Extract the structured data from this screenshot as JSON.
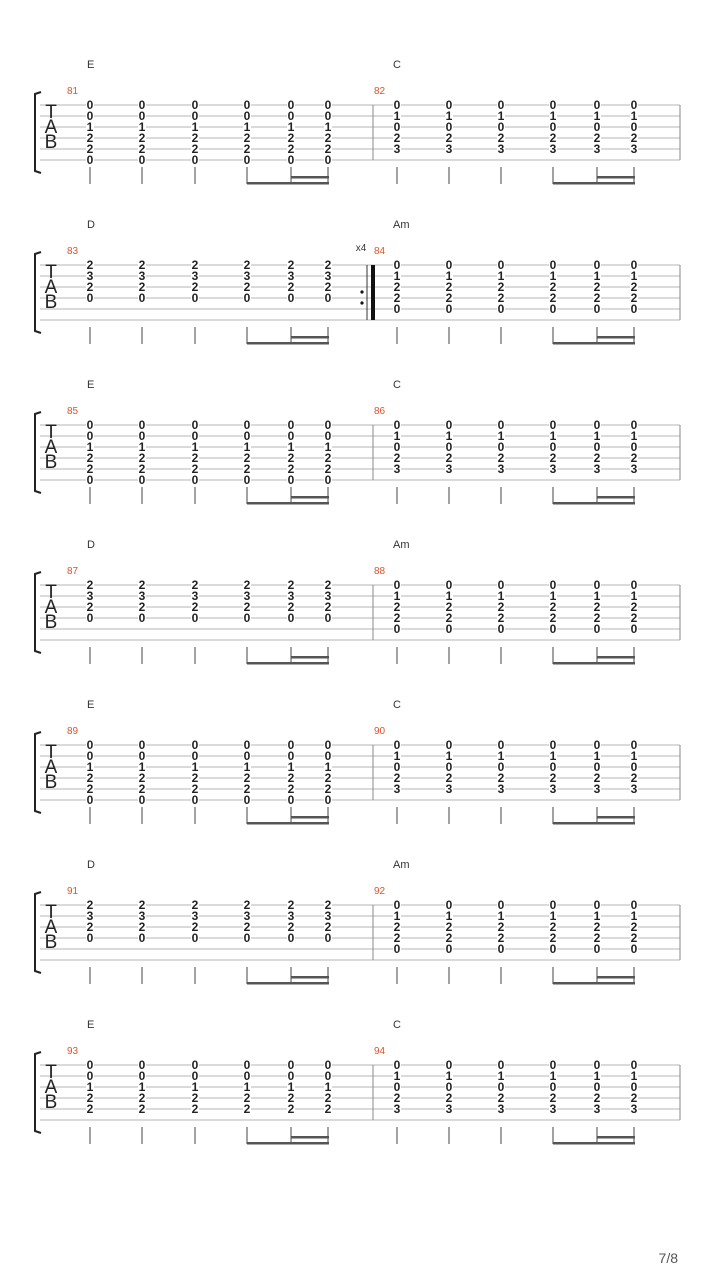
{
  "page": {
    "number": "7/8"
  },
  "clef_label": "TAB",
  "rows": [
    {
      "left": {
        "num": "81",
        "chord": "E",
        "notes": [
          [
            "0",
            "0",
            "1",
            "2",
            "2",
            "0"
          ],
          [
            "0",
            "0",
            "1",
            "2",
            "2",
            "0"
          ],
          [
            "0",
            "0",
            "1",
            "2",
            "2",
            "0"
          ],
          [
            "0",
            "0",
            "1",
            "2",
            "2",
            "0"
          ],
          [
            "0",
            "0",
            "1",
            "2",
            "2",
            "0"
          ],
          [
            "0",
            "0",
            "1",
            "2",
            "2",
            "0"
          ]
        ]
      },
      "right": {
        "num": "82",
        "chord": "C",
        "notes": [
          [
            "0",
            "1",
            "0",
            "2",
            "3",
            ""
          ],
          [
            "0",
            "1",
            "0",
            "2",
            "3",
            ""
          ],
          [
            "0",
            "1",
            "0",
            "2",
            "3",
            ""
          ],
          [
            "0",
            "1",
            "0",
            "2",
            "3",
            ""
          ],
          [
            "0",
            "1",
            "0",
            "2",
            "3",
            ""
          ],
          [
            "0",
            "1",
            "0",
            "2",
            "3",
            ""
          ]
        ]
      }
    },
    {
      "left": {
        "num": "83",
        "chord": "D",
        "notes": [
          [
            "2",
            "3",
            "2",
            "0",
            "",
            ""
          ],
          [
            "2",
            "3",
            "2",
            "0",
            "",
            ""
          ],
          [
            "2",
            "3",
            "2",
            "0",
            "",
            ""
          ],
          [
            "2",
            "3",
            "2",
            "0",
            "",
            ""
          ],
          [
            "2",
            "3",
            "2",
            "0",
            "",
            ""
          ],
          [
            "2",
            "3",
            "2",
            "0",
            "",
            ""
          ]
        ]
      },
      "right": {
        "num": "84",
        "chord": "Am",
        "notes": [
          [
            "0",
            "1",
            "2",
            "2",
            "0",
            ""
          ],
          [
            "0",
            "1",
            "2",
            "2",
            "0",
            ""
          ],
          [
            "0",
            "1",
            "2",
            "2",
            "0",
            ""
          ],
          [
            "0",
            "1",
            "2",
            "2",
            "0",
            ""
          ],
          [
            "0",
            "1",
            "2",
            "2",
            "0",
            ""
          ],
          [
            "0",
            "1",
            "2",
            "2",
            "0",
            ""
          ]
        ]
      },
      "repeat": "x4"
    },
    {
      "left": {
        "num": "85",
        "chord": "E",
        "notes": [
          [
            "0",
            "0",
            "1",
            "2",
            "2",
            "0"
          ],
          [
            "0",
            "0",
            "1",
            "2",
            "2",
            "0"
          ],
          [
            "0",
            "0",
            "1",
            "2",
            "2",
            "0"
          ],
          [
            "0",
            "0",
            "1",
            "2",
            "2",
            "0"
          ],
          [
            "0",
            "0",
            "1",
            "2",
            "2",
            "0"
          ],
          [
            "0",
            "0",
            "1",
            "2",
            "2",
            "0"
          ]
        ]
      },
      "right": {
        "num": "86",
        "chord": "C",
        "notes": [
          [
            "0",
            "1",
            "0",
            "2",
            "3",
            ""
          ],
          [
            "0",
            "1",
            "0",
            "2",
            "3",
            ""
          ],
          [
            "0",
            "1",
            "0",
            "2",
            "3",
            ""
          ],
          [
            "0",
            "1",
            "0",
            "2",
            "3",
            ""
          ],
          [
            "0",
            "1",
            "0",
            "2",
            "3",
            ""
          ],
          [
            "0",
            "1",
            "0",
            "2",
            "3",
            ""
          ]
        ]
      }
    },
    {
      "left": {
        "num": "87",
        "chord": "D",
        "notes": [
          [
            "2",
            "3",
            "2",
            "0",
            "",
            ""
          ],
          [
            "2",
            "3",
            "2",
            "0",
            "",
            ""
          ],
          [
            "2",
            "3",
            "2",
            "0",
            "",
            ""
          ],
          [
            "2",
            "3",
            "2",
            "0",
            "",
            ""
          ],
          [
            "2",
            "3",
            "2",
            "0",
            "",
            ""
          ],
          [
            "2",
            "3",
            "2",
            "0",
            "",
            ""
          ]
        ]
      },
      "right": {
        "num": "88",
        "chord": "Am",
        "notes": [
          [
            "0",
            "1",
            "2",
            "2",
            "0",
            ""
          ],
          [
            "0",
            "1",
            "2",
            "2",
            "0",
            ""
          ],
          [
            "0",
            "1",
            "2",
            "2",
            "0",
            ""
          ],
          [
            "0",
            "1",
            "2",
            "2",
            "0",
            ""
          ],
          [
            "0",
            "1",
            "2",
            "2",
            "0",
            ""
          ],
          [
            "0",
            "1",
            "2",
            "2",
            "0",
            ""
          ]
        ]
      }
    },
    {
      "left": {
        "num": "89",
        "chord": "E",
        "notes": [
          [
            "0",
            "0",
            "1",
            "2",
            "2",
            "0"
          ],
          [
            "0",
            "0",
            "1",
            "2",
            "2",
            "0"
          ],
          [
            "0",
            "0",
            "1",
            "2",
            "2",
            "0"
          ],
          [
            "0",
            "0",
            "1",
            "2",
            "2",
            "0"
          ],
          [
            "0",
            "0",
            "1",
            "2",
            "2",
            "0"
          ],
          [
            "0",
            "0",
            "1",
            "2",
            "2",
            "0"
          ]
        ]
      },
      "right": {
        "num": "90",
        "chord": "C",
        "notes": [
          [
            "0",
            "1",
            "0",
            "2",
            "3",
            ""
          ],
          [
            "0",
            "1",
            "0",
            "2",
            "3",
            ""
          ],
          [
            "0",
            "1",
            "0",
            "2",
            "3",
            ""
          ],
          [
            "0",
            "1",
            "0",
            "2",
            "3",
            ""
          ],
          [
            "0",
            "1",
            "0",
            "2",
            "3",
            ""
          ],
          [
            "0",
            "1",
            "0",
            "2",
            "3",
            ""
          ]
        ]
      }
    },
    {
      "left": {
        "num": "91",
        "chord": "D",
        "notes": [
          [
            "2",
            "3",
            "2",
            "0",
            "",
            ""
          ],
          [
            "2",
            "3",
            "2",
            "0",
            "",
            ""
          ],
          [
            "2",
            "3",
            "2",
            "0",
            "",
            ""
          ],
          [
            "2",
            "3",
            "2",
            "0",
            "",
            ""
          ],
          [
            "2",
            "3",
            "2",
            "0",
            "",
            ""
          ],
          [
            "2",
            "3",
            "2",
            "0",
            "",
            ""
          ]
        ]
      },
      "right": {
        "num": "92",
        "chord": "Am",
        "notes": [
          [
            "0",
            "1",
            "2",
            "2",
            "0",
            ""
          ],
          [
            "0",
            "1",
            "2",
            "2",
            "0",
            ""
          ],
          [
            "0",
            "1",
            "2",
            "2",
            "0",
            ""
          ],
          [
            "0",
            "1",
            "2",
            "2",
            "0",
            ""
          ],
          [
            "0",
            "1",
            "2",
            "2",
            "0",
            ""
          ],
          [
            "0",
            "1",
            "2",
            "2",
            "0",
            ""
          ]
        ]
      }
    },
    {
      "left": {
        "num": "93",
        "chord": "E",
        "notes": [
          [
            "0",
            "0",
            "1",
            "2",
            "2",
            ""
          ],
          [
            "0",
            "0",
            "1",
            "2",
            "2",
            ""
          ],
          [
            "0",
            "0",
            "1",
            "2",
            "2",
            ""
          ],
          [
            "0",
            "0",
            "1",
            "2",
            "2",
            ""
          ],
          [
            "0",
            "0",
            "1",
            "2",
            "2",
            ""
          ],
          [
            "0",
            "0",
            "1",
            "2",
            "2",
            ""
          ]
        ]
      },
      "right": {
        "num": "94",
        "chord": "C",
        "notes": [
          [
            "0",
            "1",
            "0",
            "2",
            "3",
            ""
          ],
          [
            "0",
            "1",
            "0",
            "2",
            "3",
            ""
          ],
          [
            "0",
            "1",
            "0",
            "2",
            "3",
            ""
          ],
          [
            "0",
            "1",
            "0",
            "2",
            "3",
            ""
          ],
          [
            "0",
            "1",
            "0",
            "2",
            "3",
            ""
          ],
          [
            "0",
            "1",
            "0",
            "2",
            "3",
            ""
          ]
        ]
      }
    }
  ]
}
